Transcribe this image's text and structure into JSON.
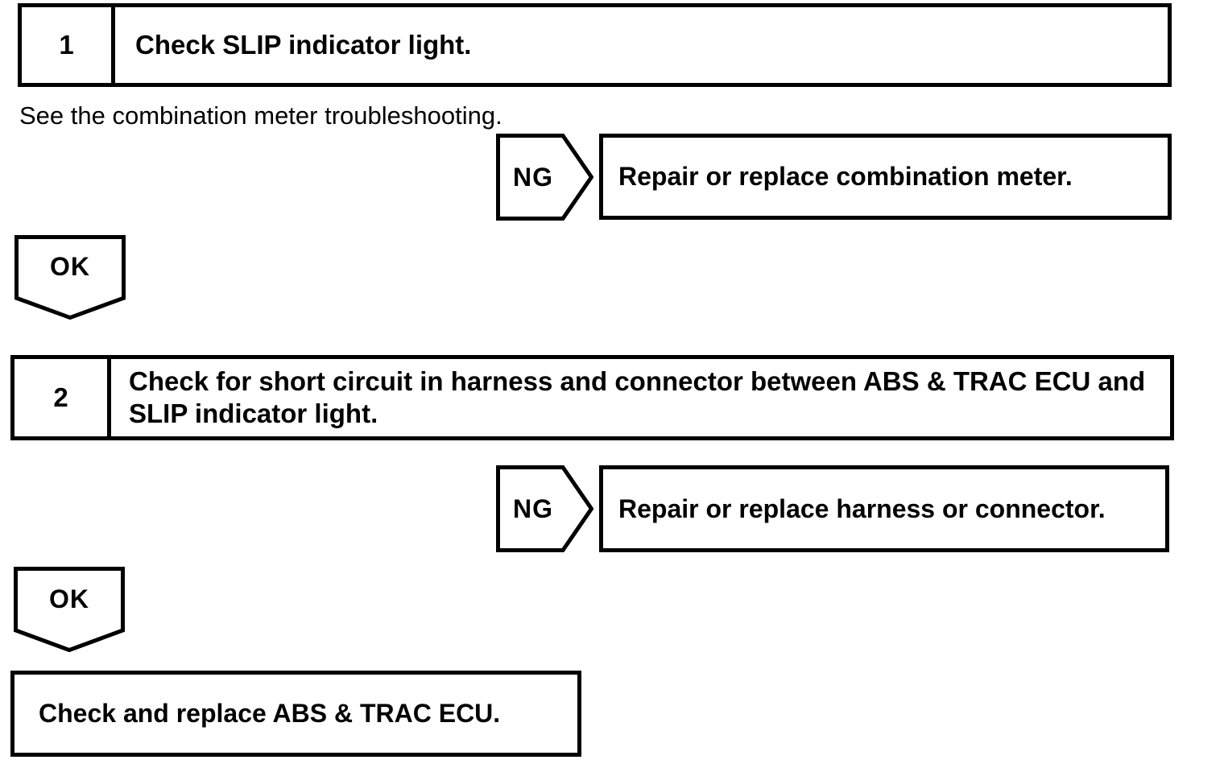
{
  "colors": {
    "ink": "#000000",
    "paper": "#ffffff"
  },
  "flowchart": {
    "steps": [
      {
        "number": "1",
        "title": "Check SLIP indicator light.",
        "note": "See the combination meter troubleshooting.",
        "ng_result": "Repair or replace combination meter."
      },
      {
        "number": "2",
        "title": "Check for short circuit in harness and connector between ABS & TRAC ECU and SLIP indicator light.",
        "ng_result": "Repair or replace harness or connector."
      }
    ],
    "ng_label": "NG",
    "ok_label": "OK",
    "final_action": "Check and replace ABS & TRAC ECU."
  }
}
